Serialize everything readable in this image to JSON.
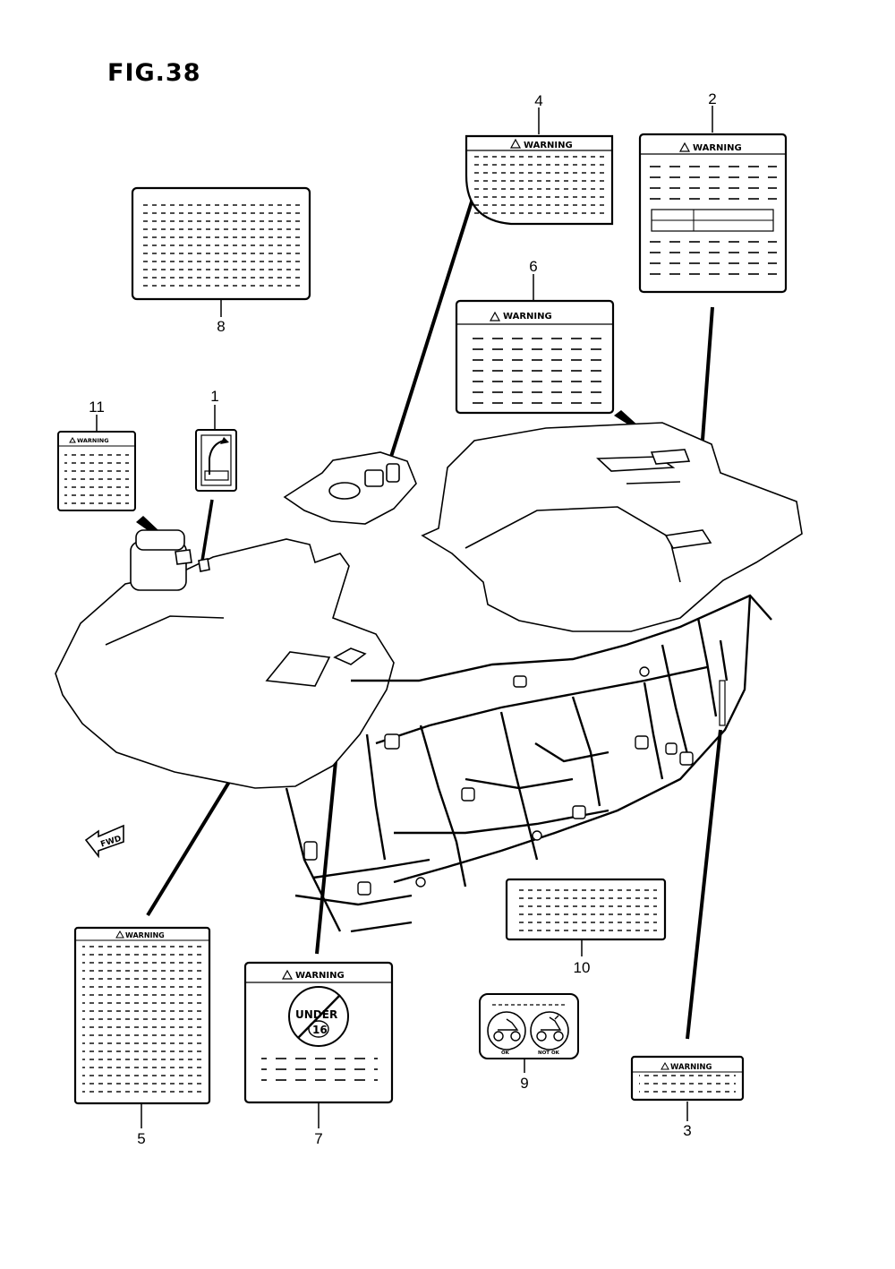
{
  "figure": {
    "title": "FIG.38"
  },
  "labels": {
    "warning_text": "WARNING",
    "under_text": "UNDER",
    "age_text": "16",
    "ok_text": "OK",
    "not_ok_text": "NOT OK",
    "fwd_text": "FWD"
  },
  "callouts": [
    {
      "id": "1",
      "text": "1"
    },
    {
      "id": "2",
      "text": "2"
    },
    {
      "id": "3",
      "text": "3"
    },
    {
      "id": "4",
      "text": "4"
    },
    {
      "id": "5",
      "text": "5"
    },
    {
      "id": "6",
      "text": "6"
    },
    {
      "id": "7",
      "text": "7"
    },
    {
      "id": "8",
      "text": "8"
    },
    {
      "id": "9",
      "text": "9"
    },
    {
      "id": "10",
      "text": "10"
    },
    {
      "id": "11",
      "text": "11"
    }
  ],
  "icons": [
    "warning-triangle-icon",
    "fwd-arrow-icon",
    "atv-ok-icon",
    "atv-not-ok-icon",
    "choke-lever-icon"
  ]
}
